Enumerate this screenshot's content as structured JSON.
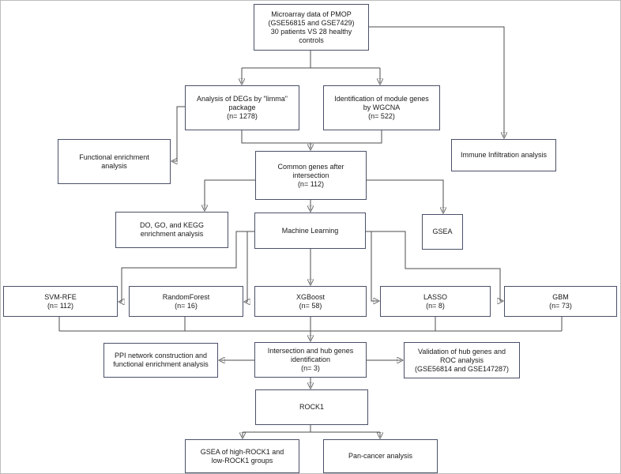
{
  "figure_title": "PMOP bioinformatics study workflow flowchart",
  "colors": {
    "box_border": "#4a5169",
    "line": "#4d4d4d",
    "arrow": "#111111",
    "text": "#1a1a1a",
    "background": "#ffffff"
  },
  "nodes": {
    "microarray": {
      "label": "Microarray data of PMOP\n(GSE56815 and GSE7429)\n30 patients VS 28 healthy\ncontrols"
    },
    "degs": {
      "label": "Analysis of DEGs by \"limma\"\npackage\n(n= 1278)"
    },
    "wgcna": {
      "label": "Identification of module genes\nby WGCNA\n(n= 522)"
    },
    "functional": {
      "label": "Functional enrichment\nanalysis"
    },
    "immune": {
      "label": "Immune Infiltration analysis"
    },
    "common": {
      "label": "Common genes after\nintersection\n(n= 112)"
    },
    "dogo": {
      "label": "DO, GO, and KEGG\nenrichment analysis"
    },
    "ml": {
      "label": "Machine Learning"
    },
    "gsea": {
      "label": "GSEA"
    },
    "svmrfe": {
      "label": "SVM-RFE\n(n= 112)"
    },
    "randomforest": {
      "label": "RandomForest\n(n= 16)"
    },
    "xgboost": {
      "label": "XGBoost\n(n= 58)"
    },
    "lasso": {
      "label": "LASSO\n(n= 8)"
    },
    "gbm": {
      "label": "GBM\n(n= 73)"
    },
    "ppi": {
      "label": "PPI network construction and\nfunctional enrichment analysis"
    },
    "intersection": {
      "label": "Intersection and hub genes\nidentification\n(n= 3)"
    },
    "validation": {
      "label": "Validation of hub genes and\nROC analysis\n(GSE56814 and GSE147287)"
    },
    "rock1": {
      "label": "ROCK1"
    },
    "gsea_rock1": {
      "label": "GSEA of high-ROCK1 and\nlow-ROCK1 groups"
    },
    "pancancer": {
      "label": "Pan-cancer analysis"
    }
  }
}
